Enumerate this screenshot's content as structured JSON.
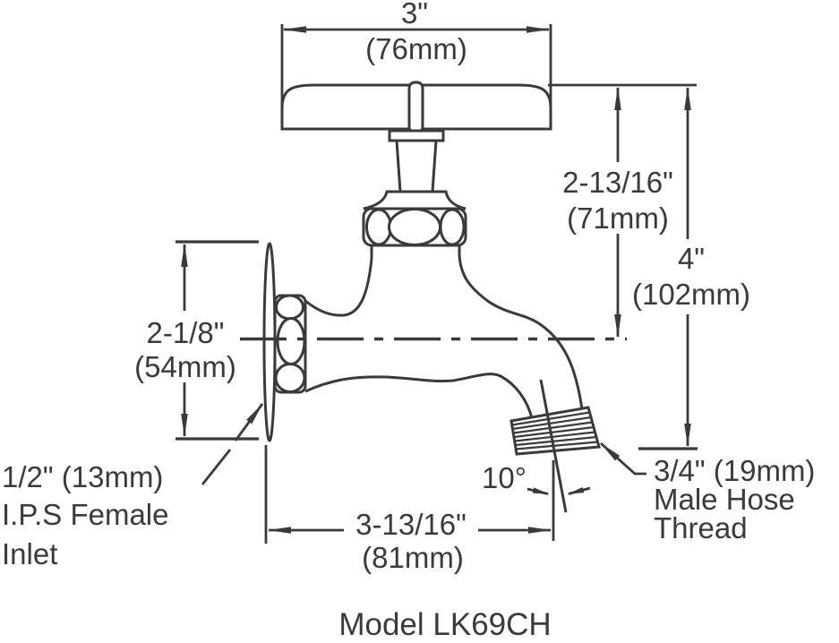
{
  "title": "Model LK69CH",
  "colors": {
    "ink": "#3a3a3a",
    "background": "#ffffff"
  },
  "dimensions": {
    "handle_width": {
      "inches": "3\"",
      "metric": "(76mm)"
    },
    "top_to_centerline": {
      "inches": "2-13/16\"",
      "metric": "(71mm)"
    },
    "top_to_outlet": {
      "inches": "4\"",
      "metric": "(102mm)"
    },
    "flange_height": {
      "inches": "2-1/8\"",
      "metric": "(54mm)"
    },
    "wall_to_outlet": {
      "inches": "3-13/16\"",
      "metric": "(81mm)"
    },
    "outlet_angle": "10°"
  },
  "callouts": {
    "inlet_line1": "1/2\" (13mm)",
    "inlet_line2": "I.P.S Female",
    "inlet_line3": "Inlet",
    "outlet_line1": "3/4\" (19mm)",
    "outlet_line2": "Male Hose",
    "outlet_line3": "Thread"
  }
}
